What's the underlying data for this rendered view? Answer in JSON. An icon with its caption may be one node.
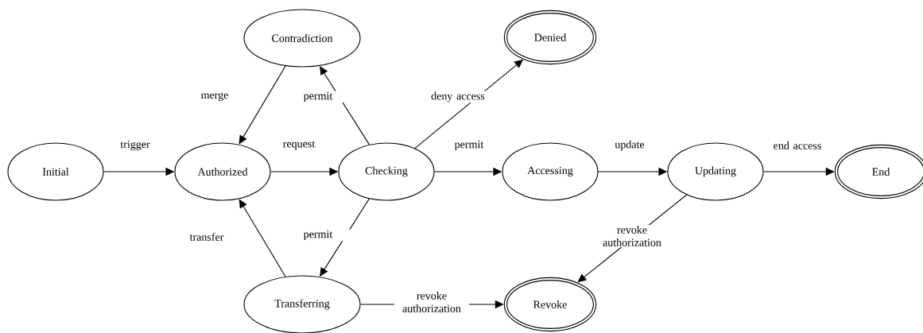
{
  "diagram": {
    "nodes": [
      {
        "text": [
          "Initial"
        ]
      },
      {
        "text": [
          "Authorized"
        ]
      },
      {
        "text": [
          "Contradiction"
        ]
      },
      {
        "text": [
          "Checking"
        ]
      },
      {
        "text": [
          "Transferring"
        ]
      },
      {
        "text": [
          "Denied"
        ]
      },
      {
        "text": [
          "Accessing"
        ]
      },
      {
        "text": [
          "Updating"
        ]
      },
      {
        "text": [
          "End"
        ]
      },
      {
        "text": [
          "Revoke"
        ]
      }
    ],
    "edges": [
      {
        "from": 0,
        "to": 1,
        "arrow": "to",
        "label": "trigger"
      },
      {
        "from": 2,
        "to": 1,
        "arrow": "to",
        "label": "merge"
      },
      {
        "from": 1,
        "to": 3,
        "arrow": "to",
        "label": "request"
      },
      {
        "from": 3,
        "to": 2,
        "arrow": "to",
        "label": "permit"
      },
      {
        "from": 3,
        "to": 4,
        "arrow": "to",
        "label": "permit"
      },
      {
        "from": 4,
        "to": 1,
        "arrow": "to",
        "label": "transfer"
      },
      {
        "from": 3,
        "to": 5,
        "arrow": "to",
        "label": "deny access"
      },
      {
        "from": 3,
        "to": 6,
        "arrow": "to",
        "label": "permit"
      },
      {
        "from": 6,
        "to": 7,
        "arrow": "to",
        "label": "update"
      },
      {
        "from": 7,
        "to": 8,
        "arrow": "to",
        "label": "end access"
      },
      {
        "from": 4,
        "to": 9,
        "arrow": "to",
        "label": "revoke authorization"
      },
      {
        "from": 7,
        "to": 9,
        "arrow": "to",
        "label": "revoke authorization"
      }
    ]
  }
}
